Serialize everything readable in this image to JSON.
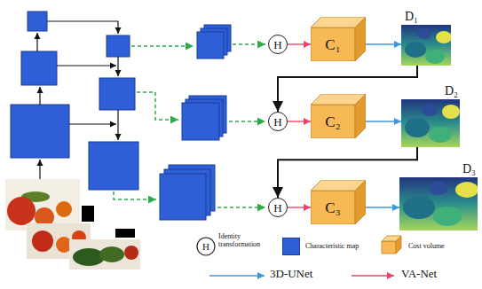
{
  "diagram": {
    "nodes": [
      {
        "text": [
          "H"
        ]
      },
      {
        "text": [
          "C₁"
        ]
      },
      {
        "text": [
          "D₁"
        ]
      },
      {
        "text": [
          "H"
        ]
      },
      {
        "text": [
          "C₂"
        ]
      },
      {
        "text": [
          "D₂"
        ]
      },
      {
        "text": [
          "H"
        ]
      },
      {
        "text": [
          "C₃"
        ]
      },
      {
        "text": [
          "D₃"
        ]
      }
    ],
    "edges": [
      {
        "from": 0,
        "to": 1,
        "arrow": "to"
      },
      {
        "from": 1,
        "to": 2,
        "arrow": "to"
      },
      {
        "from": 2,
        "to": 3,
        "arrow": "to"
      },
      {
        "from": 3,
        "to": 4,
        "arrow": "to"
      },
      {
        "from": 4,
        "to": 5,
        "arrow": "to"
      },
      {
        "from": 5,
        "to": 6,
        "arrow": "to"
      },
      {
        "from": 6,
        "to": 7,
        "arrow": "to"
      },
      {
        "from": 7,
        "to": 8,
        "arrow": "to"
      }
    ],
    "labels": [
      "H"
    ],
    "legend": [
      {
        "text": "Identity transformation"
      },
      {
        "text": "Characteristic map",
        "color": "#2f5fd6"
      },
      {
        "text": "Cost volume"
      },
      {
        "text": "3D-UNet"
      },
      {
        "text": "VA-Net"
      }
    ]
  }
}
